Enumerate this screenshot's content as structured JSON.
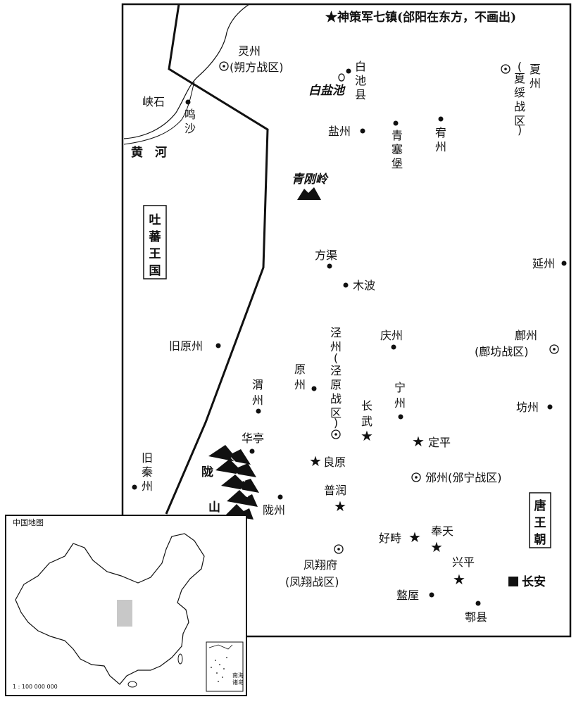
{
  "legend": {
    "note": "★神策军七镇(郃阳在东方，不画出)"
  },
  "regions": {
    "tibet": [
      "吐",
      "蕃",
      "王",
      "国"
    ],
    "tang": [
      "唐",
      "王",
      "朝"
    ]
  },
  "features": {
    "yellow_river": "黄　河",
    "baiyan_lake": "白盐池",
    "qinggang_ridge": "青刚岭",
    "long_mountain": [
      "陇",
      "山"
    ]
  },
  "places": {
    "lingzhou": "灵州",
    "lingzhou_sub": "(朔方战区)",
    "xiashi": "峡石",
    "mingsha": [
      "鸣",
      "沙"
    ],
    "baichi": [
      "白",
      "池",
      "县"
    ],
    "xiazhou": [
      "夏",
      "州"
    ],
    "xiazhou_sub": [
      "(",
      "夏",
      "绥",
      "战",
      "区",
      ")"
    ],
    "yanzhou": "盐州",
    "qingsaibao": [
      "青",
      "塞",
      "堡"
    ],
    "youzhou": [
      "宥",
      "州"
    ],
    "fangqu": "方渠",
    "mubo": "木波",
    "yanzhou2": "延州",
    "jiuyuanzhou": "旧原州",
    "jingzhou": [
      "泾",
      "州"
    ],
    "jingzhou_sub": [
      "(",
      "泾",
      "原",
      "战",
      "区",
      ")"
    ],
    "qingzhou": "庆州",
    "fuzhou": "鄜州",
    "fuzhou_sub": "(鄜坊战区)",
    "weizhou": [
      "渭",
      "州"
    ],
    "yuanzhou": [
      "原",
      "州"
    ],
    "ningzhou": [
      "宁",
      "州"
    ],
    "changwu": [
      "长",
      "武"
    ],
    "fangzhou": "坊州",
    "huating": "华亭",
    "dingping": "定平",
    "liangyuan": "良原",
    "jiuqinzhou": [
      "旧",
      "秦",
      "州"
    ],
    "binzhou": "邠州(邠宁战区)",
    "purun": "普润",
    "longzhou": "陇州",
    "haozhi": "好畤",
    "fengtian": "奉天",
    "fengxiangfu": "凤翔府",
    "fengxiangfu_sub": "(凤翔战区)",
    "xingping": "兴平",
    "changan": "长安",
    "zhouzhi": "盩厔",
    "huxian": "鄠县"
  },
  "inset": {
    "title": "中国地图",
    "scale": "1 : 100 000 000",
    "box_label": [
      "南",
      "海",
      "诸",
      "岛"
    ]
  }
}
